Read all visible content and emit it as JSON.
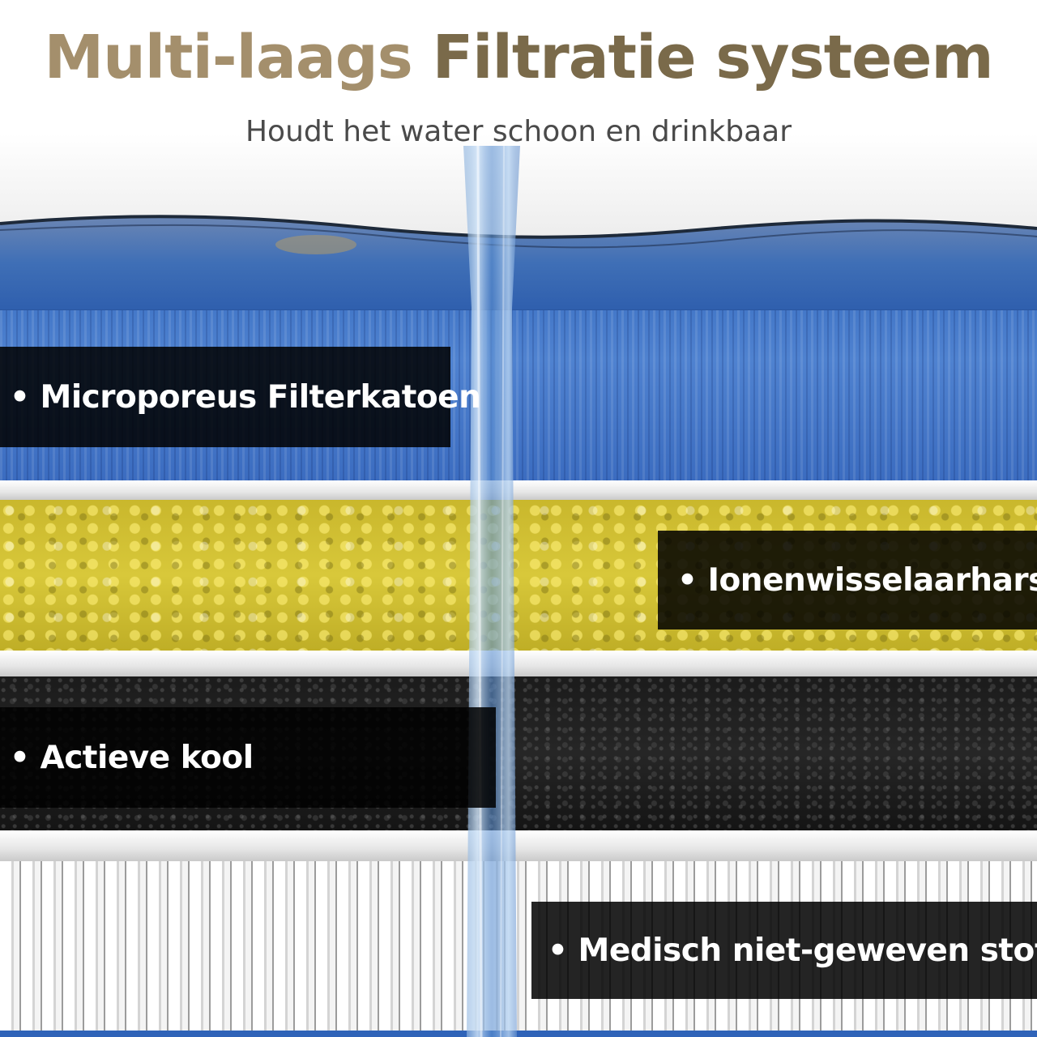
{
  "header": {
    "title_part1": "Multi-laags",
    "title_part2": "Filtratie systeem",
    "subtitle": "Houdt het water schoon en drinkbaar"
  },
  "layers": [
    {
      "name": "blue-filter-cotton",
      "color": "#4a7ccc"
    },
    {
      "name": "yellow-resin",
      "color": "#d2c234"
    },
    {
      "name": "activated-carbon",
      "color": "#1f1f1f"
    },
    {
      "name": "non-woven-fabric",
      "color": "#f2f2f2"
    }
  ],
  "labels": [
    {
      "text": "• Microporeus Filterkatoen"
    },
    {
      "text": "• Ionenwisselaarhars"
    },
    {
      "text": "• Actieve kool"
    },
    {
      "text": "• Medisch niet-geweven stof"
    }
  ],
  "colors": {
    "title_light": "#a48f6c",
    "title_dark": "#7a6a4a",
    "subtitle": "#4a4a4a",
    "band": "#000000"
  }
}
